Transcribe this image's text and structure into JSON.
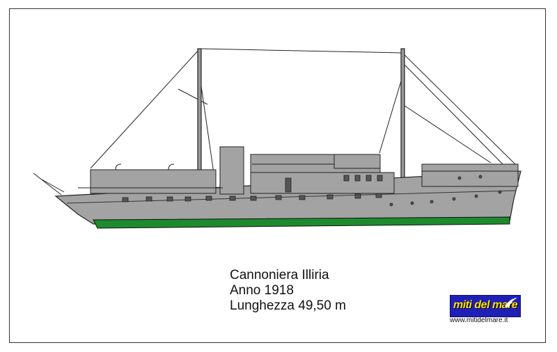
{
  "caption": {
    "name": "Cannoniera Illiria",
    "year": "Anno 1918",
    "length": "Lunghezza 49,50 m"
  },
  "logo": {
    "text": "miti del mare",
    "url": "www.mitidelmare.it"
  },
  "colors": {
    "hull": "#a3a3a3",
    "waterline": "#1e8a2e",
    "logo_bg": "#1f1fb8",
    "logo_text": "#ffe000",
    "outline": "#222222"
  }
}
